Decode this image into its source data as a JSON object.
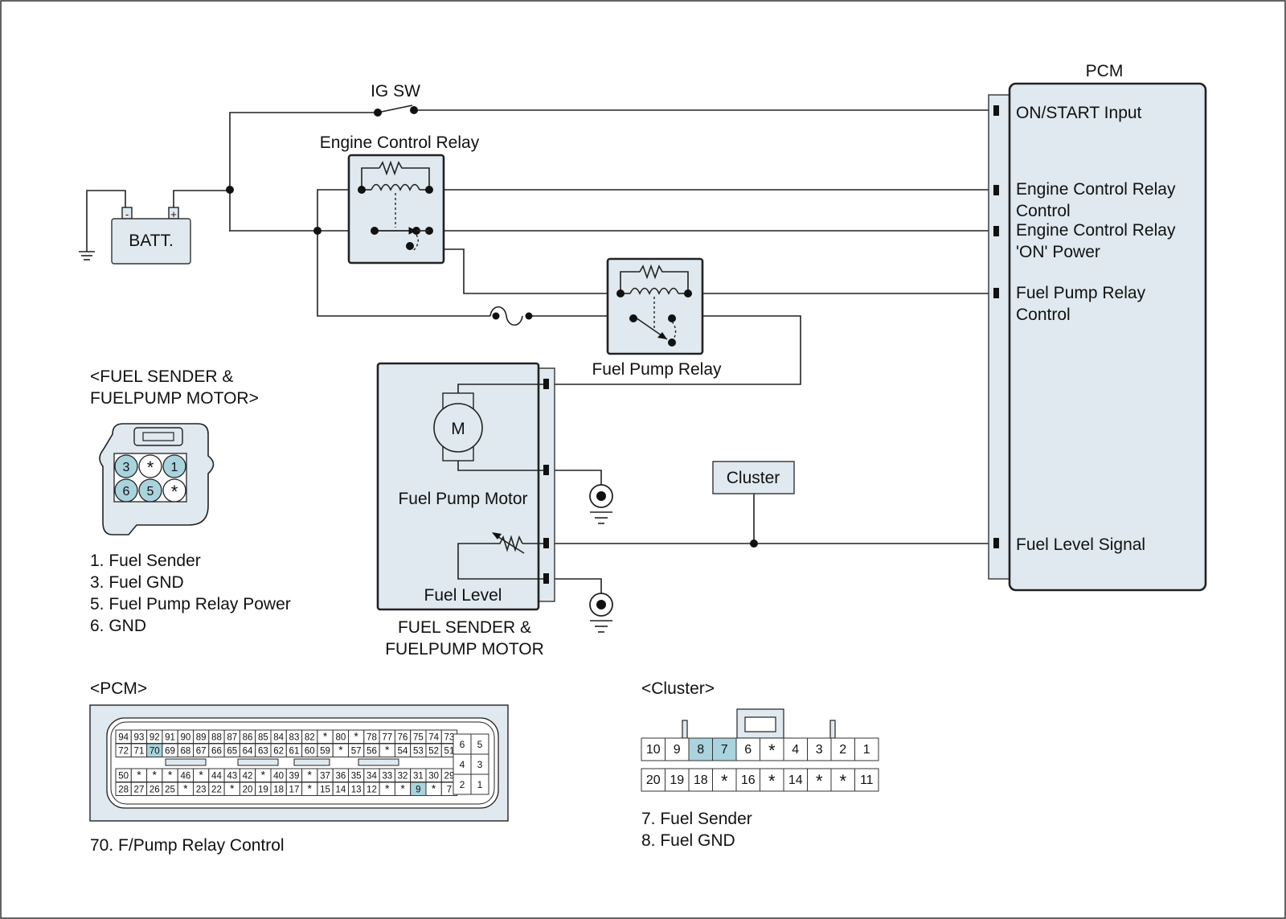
{
  "ig_sw": "IG SW",
  "battery": {
    "label": "BATT.",
    "neg": "-",
    "pos": "+"
  },
  "engine_control_relay": "Engine Control Relay",
  "fuel_pump_relay": "Fuel Pump Relay",
  "pcm": {
    "title": "PCM",
    "terminals": [
      "ON/START Input",
      "Engine Control Relay",
      "Control",
      "Engine Control Relay",
      "'ON' Power",
      "Fuel Pump Relay",
      "Control",
      "Fuel Level Signal"
    ]
  },
  "fuel_module": {
    "motor_symbol": "M",
    "motor_label": "Fuel Pump Motor",
    "level_label": "Fuel Level",
    "caption": [
      "FUEL SENDER &",
      "FUELPUMP MOTOR"
    ]
  },
  "cluster_label": "Cluster",
  "fuel_sender_connector": {
    "heading": [
      "<FUEL SENDER &",
      "FUELPUMP MOTOR>"
    ],
    "pins": [
      {
        "label": "3",
        "highlight": true
      },
      {
        "label": "*",
        "highlight": false
      },
      {
        "label": "1",
        "highlight": true
      },
      {
        "label": "6",
        "highlight": true
      },
      {
        "label": "5",
        "highlight": true
      },
      {
        "label": "*",
        "highlight": false
      }
    ],
    "legend": [
      "1. Fuel Sender",
      "3. Fuel GND",
      "5. Fuel Pump Relay Power",
      "6. GND"
    ]
  },
  "pcm_connector": {
    "heading": "<PCM>",
    "rows": [
      [
        "94",
        "93",
        "92",
        "91",
        "90",
        "89",
        "88",
        "87",
        "86",
        "85",
        "84",
        "83",
        "82",
        "*",
        "80",
        "*",
        "78",
        "77",
        "76",
        "75",
        "74",
        "73"
      ],
      [
        "72",
        "71",
        "70",
        "69",
        "68",
        "67",
        "66",
        "65",
        "64",
        "63",
        "62",
        "61",
        "60",
        "59",
        "*",
        "57",
        "56",
        "*",
        "54",
        "53",
        "52",
        "51"
      ],
      [
        "50",
        "*",
        "*",
        "*",
        "46",
        "*",
        "44",
        "43",
        "42",
        "*",
        "40",
        "39",
        "*",
        "37",
        "36",
        "35",
        "34",
        "33",
        "32",
        "31",
        "30",
        "29"
      ],
      [
        "28",
        "27",
        "26",
        "25",
        "*",
        "23",
        "22",
        "*",
        "20",
        "19",
        "18",
        "17",
        "*",
        "15",
        "14",
        "13",
        "12",
        "*",
        "*",
        "9",
        "*",
        "7"
      ]
    ],
    "highlight": [
      "70",
      "9"
    ],
    "side_rows": [
      [
        "6",
        "5"
      ],
      [
        "4",
        "3"
      ],
      [
        "2",
        "1"
      ]
    ],
    "legend": "70. F/Pump Relay Control"
  },
  "cluster_connector": {
    "heading": "<Cluster>",
    "rows": [
      [
        "10",
        "9",
        "8",
        "7",
        "6",
        "*",
        "4",
        "3",
        "2",
        "1"
      ],
      [
        "20",
        "19",
        "18",
        "*",
        "16",
        "*",
        "14",
        "*",
        "*",
        "11"
      ]
    ],
    "highlight": [
      "8",
      "7"
    ],
    "legend": [
      "7. Fuel Sender",
      "8. Fuel GND"
    ]
  },
  "colors": {
    "fill": "#dfe9ef",
    "highlight": "#a9d3dd",
    "line": "#222222"
  }
}
